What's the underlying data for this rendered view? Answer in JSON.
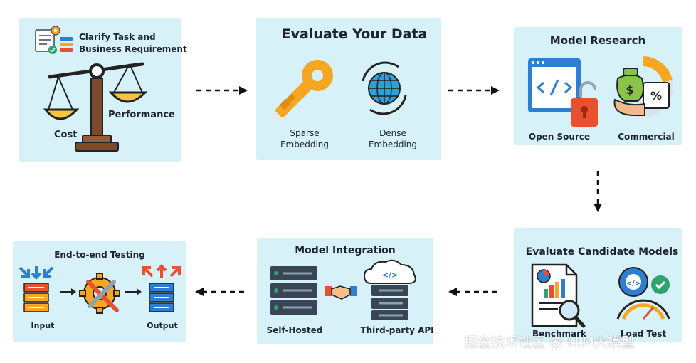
{
  "colors": {
    "panel_bg": "#d7f1f9",
    "text": "#1d2430",
    "orange": "#f5a623",
    "blue": "#2f7ecf",
    "red": "#e8502f",
    "dark": "#3a4656"
  },
  "steps": {
    "clarify": {
      "title_line1": "Clarify Task and",
      "title_line2": "Business Requirement",
      "left_label": "Cost",
      "right_label": "Performance"
    },
    "evaluate_data": {
      "title": "Evaluate Your Data",
      "items": [
        {
          "line1": "Sparse",
          "line2": "Embedding",
          "icon": "key-icon"
        },
        {
          "line1": "Dense",
          "line2": "Embedding",
          "icon": "globe-icon"
        }
      ]
    },
    "model_research": {
      "title": "Model Research",
      "items": [
        {
          "label": "Open Source",
          "icon": "code-browser-icon"
        },
        {
          "label": "Commercial",
          "icon": "money-bag-icon"
        }
      ]
    },
    "evaluate_candidates": {
      "title": "Evaluate Candidate Models",
      "items": [
        {
          "label": "Benchmark",
          "icon": "report-icon"
        },
        {
          "label": "Load Test",
          "icon": "gauge-icon"
        }
      ]
    },
    "model_integration": {
      "title": "Model Integration",
      "items": [
        {
          "label": "Self-Hosted",
          "icon": "server-icon"
        },
        {
          "label": "Third-party API",
          "icon": "cloud-server-icon"
        }
      ]
    },
    "e2e_testing": {
      "title": "End-to-end Testing",
      "items": [
        {
          "label": "Input",
          "icon": "input-icon"
        },
        {
          "label": "Output",
          "icon": "output-icon"
        }
      ]
    }
  },
  "watermark": "掘金技术社区 @ LLM大模型"
}
